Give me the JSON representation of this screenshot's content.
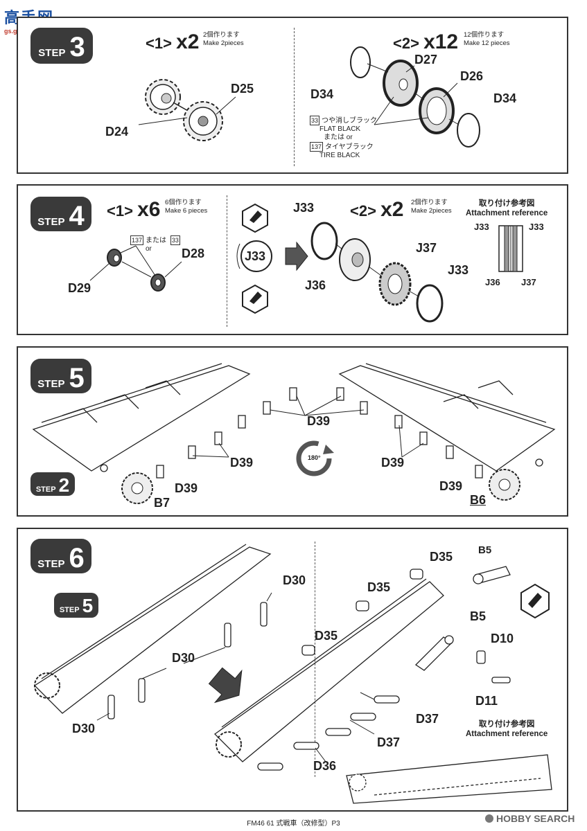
{
  "header": {
    "logo_text": "高手网",
    "logo_url": "gs.gaoshou.com"
  },
  "step3": {
    "badge_word": "STEP",
    "badge_num": "3",
    "sub1": {
      "tag": "<1>",
      "qty": "x2",
      "jp": "2個作ります",
      "en": "Make 2pieces"
    },
    "sub2": {
      "tag": "<2>",
      "qty": "x12",
      "jp": "12個作ります",
      "en": "Make 12 pieces"
    },
    "labels": {
      "d24": "D24",
      "d25": "D25",
      "d34a": "D34",
      "d27": "D27",
      "d26": "D26",
      "d34b": "D34"
    },
    "paint": {
      "code1": "33",
      "jp1": "つや消しブラック",
      "en1": "FLAT BLACK",
      "or": "または or",
      "code2": "137",
      "jp2": "タイヤブラック",
      "en2": "TIRE BLACK"
    }
  },
  "step4": {
    "badge_word": "STEP",
    "badge_num": "4",
    "sub1": {
      "tag": "<1>",
      "qty": "x6",
      "jp": "6個作ります",
      "en": "Make 6 pieces"
    },
    "sub2": {
      "tag": "<2>",
      "qty": "x2",
      "jp": "2個作ります",
      "en": "Make 2pieces"
    },
    "paint": {
      "code1": "137",
      "or_jp": "または",
      "code2": "33",
      "or_en": "or"
    },
    "labels": {
      "d28": "D28",
      "d29": "D29",
      "j33_circle": "J33",
      "j33a": "J33",
      "j36": "J36",
      "j37": "J37",
      "j33b": "J33"
    },
    "attach": {
      "jp": "取り付け参考図",
      "en": "Attachment reference",
      "j33l": "J33",
      "j33r": "J33",
      "j36": "J36",
      "j37": "J37"
    }
  },
  "step5": {
    "badge_word": "STEP",
    "badge_num": "5",
    "ref_word": "STEP",
    "ref_num": "2",
    "labels": {
      "d39_top": "D39",
      "d39_midl": "D39",
      "d39_midr": "D39",
      "d39_botl": "D39",
      "d39_botr": "D39",
      "b7": "B7",
      "b6": "B6"
    },
    "rotate": "180°"
  },
  "step6": {
    "badge_word": "STEP",
    "badge_num": "6",
    "ref_word": "STEP",
    "ref_num": "5",
    "labels": {
      "d30a": "D30",
      "d30b": "D30",
      "d30c": "D30",
      "d35a": "D35",
      "d35b": "D35",
      "d35c": "D35",
      "b5a": "B5",
      "b5b": "B5",
      "d10": "D10",
      "d11": "D11",
      "d37a": "D37",
      "d37b": "D37",
      "d36": "D36"
    },
    "attach": {
      "jp": "取り付け参考図",
      "en": "Attachment reference"
    }
  },
  "footer": {
    "text": "FM46 61 式戦車（改修型）P3",
    "watermark": "HOBBY SEARCH"
  }
}
